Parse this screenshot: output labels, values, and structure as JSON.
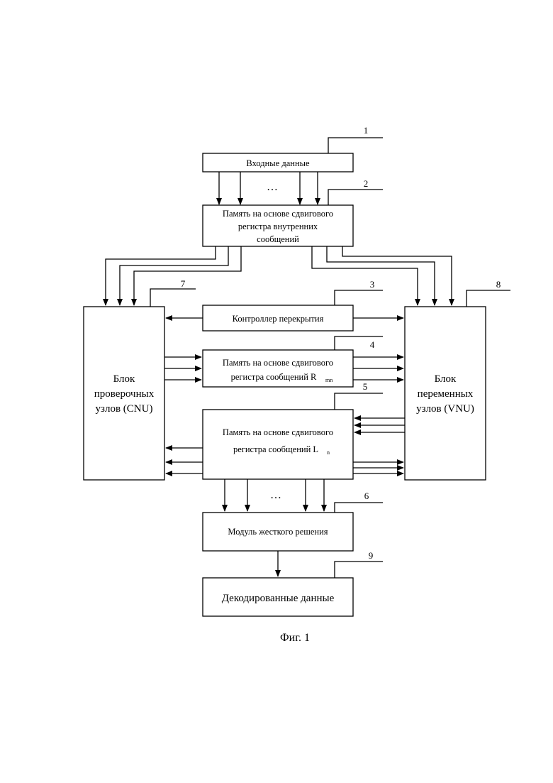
{
  "diagram": {
    "blocks": {
      "input": "Входные данные",
      "shift_internal": [
        "Память на основе сдвигового",
        "регистра внутренних",
        "сообщений"
      ],
      "overlap_controller": "Контроллер перекрытия",
      "shift_r": [
        "Память на основе сдвигового",
        "регистра сообщений R",
        "mn"
      ],
      "shift_l": [
        "Память на основе сдвигового",
        "регистра сообщений L",
        "n"
      ],
      "cnu": [
        "Блок",
        "проверочных",
        "узлов (CNU)"
      ],
      "vnu": [
        "Блок",
        "переменных",
        "узлов (VNU)"
      ],
      "hard_decision": "Модуль жесткого решения",
      "decoded": "Декодированные данные"
    },
    "ellipsis": "…",
    "callouts": [
      "1",
      "2",
      "3",
      "4",
      "5",
      "6",
      "7",
      "8",
      "9"
    ]
  },
  "caption": "Фиг. 1"
}
